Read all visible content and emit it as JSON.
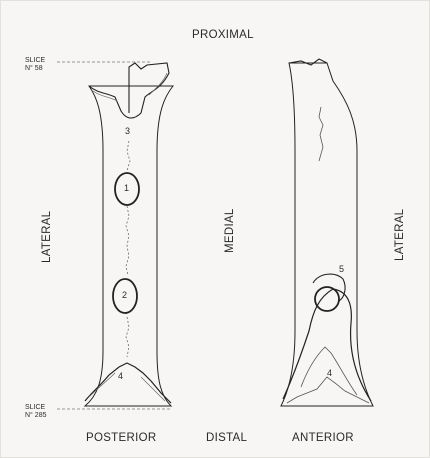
{
  "labels": {
    "proximal": "PROXIMAL",
    "distal": "DISTAL",
    "posterior": "POSTERIOR",
    "anterior": "ANTERIOR",
    "medial": "MEDIAL",
    "lateral_left": "LATERAL",
    "lateral_right": "LATERAL",
    "slice_top_line1": "SLICE",
    "slice_top_line2": "N° 58",
    "slice_bottom_line1": "SLICE",
    "slice_bottom_line2": "N° 285"
  },
  "markers": {
    "m1": "1",
    "m2": "2",
    "m3": "3",
    "m4_left": "4",
    "m4_right": "4",
    "m5": "5"
  }
}
